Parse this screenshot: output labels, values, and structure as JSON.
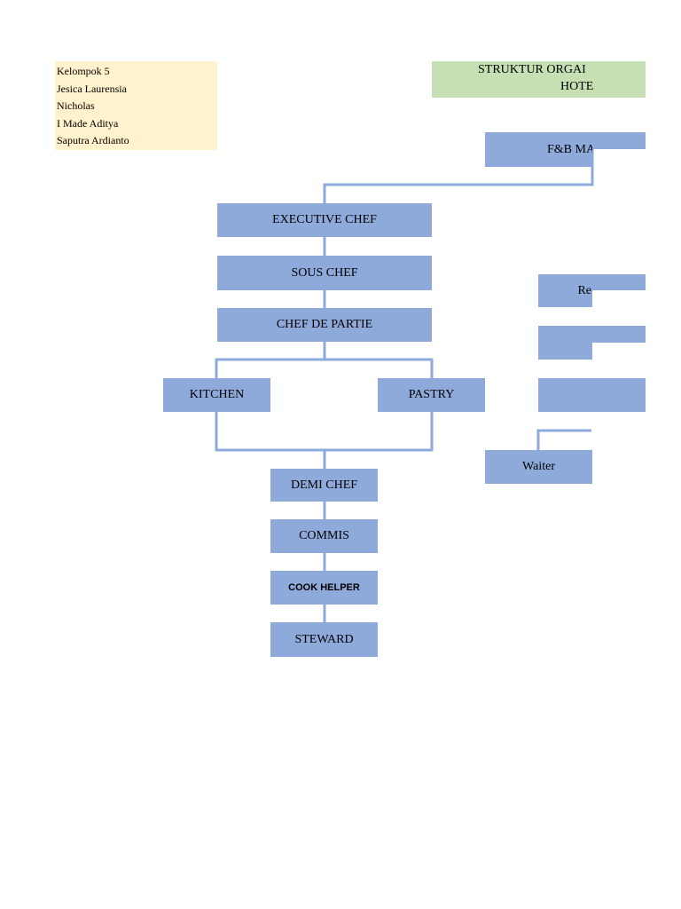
{
  "group_note": {
    "lines": [
      "Kelompok 5",
      "Jesica Laurensia",
      "Nicholas",
      "I Made Aditya",
      "Saputra Ardianto"
    ]
  },
  "title": {
    "line1": "STRUKTUR ORGAI",
    "line2": "HOTE"
  },
  "colors": {
    "box_fill": "#8eaadb",
    "connector": "#8eaadb",
    "note_fill": "#fff2cc",
    "title_fill": "#c6e0b4"
  },
  "nodes": {
    "fb_manager": "F&B MA",
    "executive_chef": "EXECUTIVE CHEF",
    "sous_chef": "SOUS CHEF",
    "chef_de_partie": "CHEF DE PARTIE",
    "kitchen": "KITCHEN",
    "pastry": "PASTRY",
    "demi_chef": "DEMI CHEF",
    "commis": "COMMIS",
    "cook_helper": "COOK HELPER",
    "steward": "STEWARD",
    "restaurant_partial": "Re",
    "waiter": "Waiter"
  }
}
